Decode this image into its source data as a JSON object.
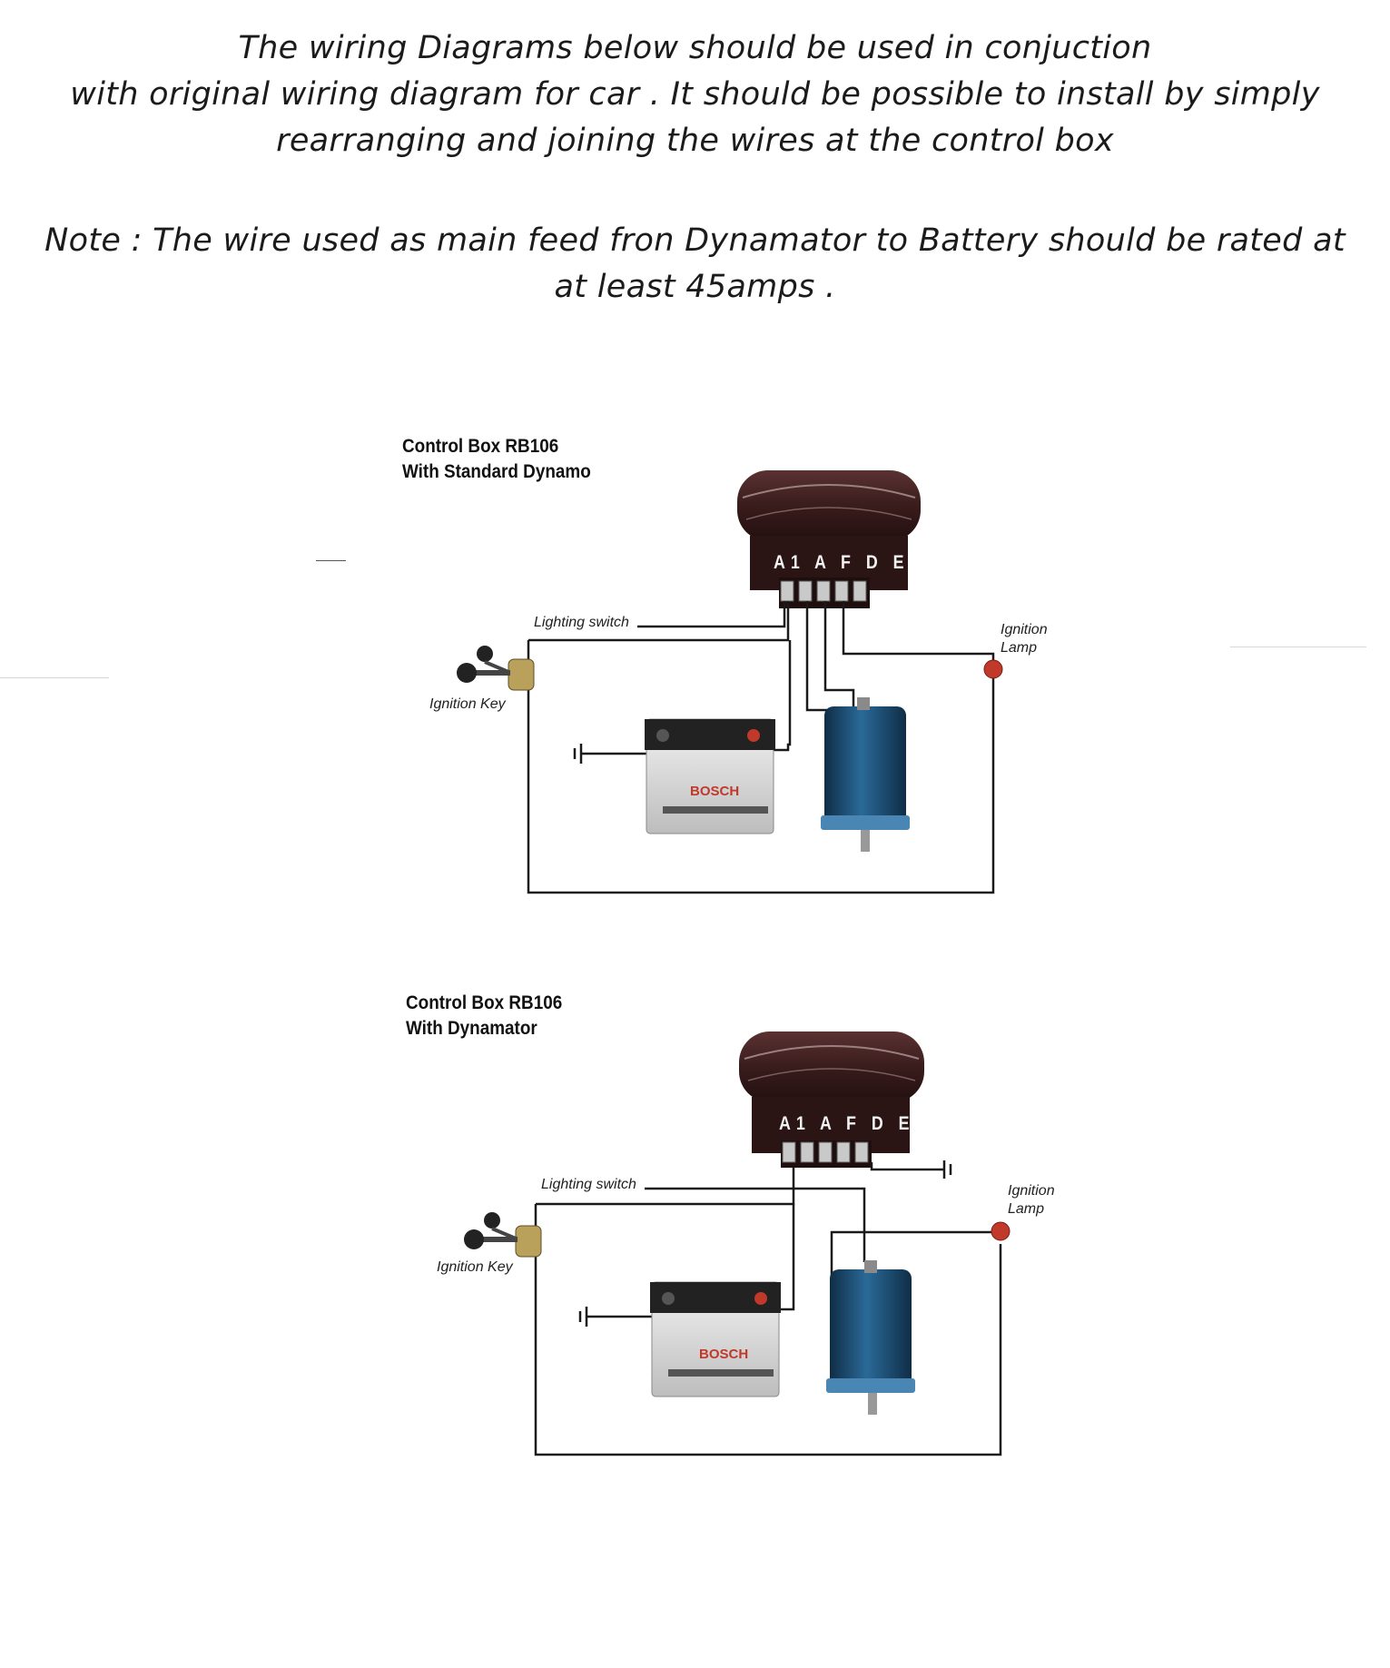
{
  "intro": {
    "lines": [
      "The wiring Diagrams below should be used in conjuction",
      "with original wiring diagram for car . It should be possible to install by simply",
      "rearranging and joining the wires at the control box"
    ]
  },
  "note": {
    "lines": [
      "Note : The wire used as main feed fron Dynamator to Battery should be rated at",
      "at least 45amps ."
    ]
  },
  "diagrams": [
    {
      "title": [
        "Control Box RB106",
        "With Standard Dynamo"
      ],
      "terminals": "A1 A F D E",
      "lighting_switch": "Lighting switch",
      "ignition_key": "Ignition Key",
      "ignition_lamp": [
        "Ignition",
        "Lamp"
      ],
      "battery_brand": "BOSCH"
    },
    {
      "title": [
        "Control Box RB106",
        "With Dynamator"
      ],
      "terminals": "A1 A F D E",
      "lighting_switch": "Lighting switch",
      "ignition_key": "Ignition Key",
      "ignition_lamp": [
        "Ignition",
        "Lamp"
      ],
      "battery_brand": "BOSCH"
    }
  ],
  "colors": {
    "wire": "#1a1a1a",
    "control_box": "#3a1c1c",
    "dynamo": "#1d4e73",
    "battery_body": "#dcdcdc",
    "battery_top": "#222222",
    "lamp": "#c0392b"
  }
}
